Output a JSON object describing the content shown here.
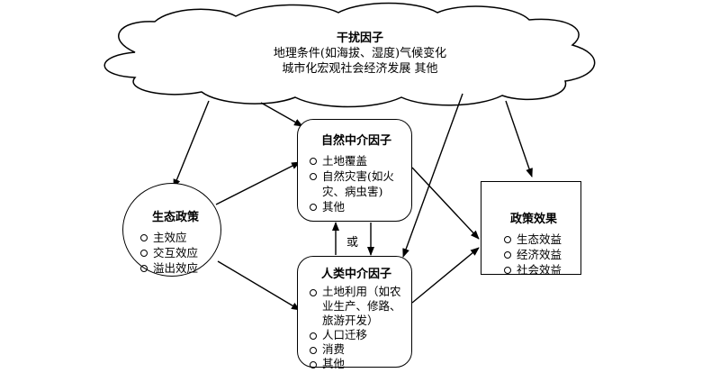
{
  "interference": {
    "title": "干扰因子",
    "line1": "地理条件(如海拔、湿度)气候变化",
    "line2": "城市化宏观社会经济发展 其他"
  },
  "natural_mediator": {
    "title": "自然中介因子",
    "items": [
      "土地覆盖",
      "自然灾害(如火灾、病虫害)",
      "其他"
    ]
  },
  "eco_policy": {
    "title": "生态政策",
    "items": [
      "主效应",
      "交互效应",
      "溢出效应"
    ]
  },
  "human_mediator": {
    "title": "人类中介因子",
    "items": [
      "土地利用（如农业生产、修路、旅游开发）",
      "人口迁移",
      "消费",
      "其他"
    ]
  },
  "policy_effect": {
    "title": "政策效果",
    "items": [
      "生态效益",
      "经济效益",
      "社会效益"
    ]
  },
  "or_label": "或"
}
